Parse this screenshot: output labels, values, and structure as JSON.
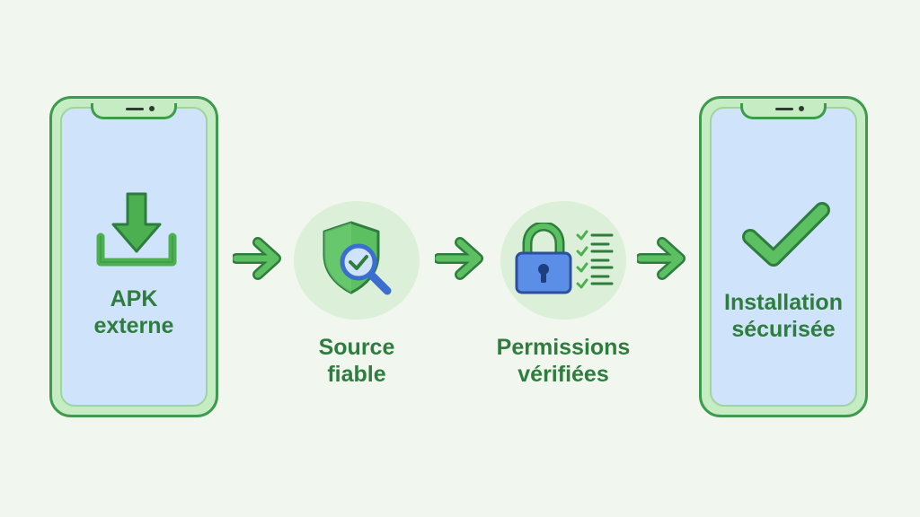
{
  "steps": [
    {
      "line1": "APK",
      "line2": "externe",
      "icon": "download-icon"
    },
    {
      "line1": "Source",
      "line2": "fiable",
      "icon": "shield-search-icon"
    },
    {
      "line1": "Permissions",
      "line2": "vérifiées",
      "icon": "lock-checklist-icon"
    },
    {
      "line1": "Installation",
      "line2": "sécurisée",
      "icon": "checkmark-icon"
    }
  ],
  "colors": {
    "background": "#f1f7ee",
    "green": "#4caf50",
    "dark_green": "#2e7d3e",
    "screen_blue": "#cfe4fb",
    "circle_fill": "#dcefd8",
    "lock_blue": "#5b8ee6"
  }
}
